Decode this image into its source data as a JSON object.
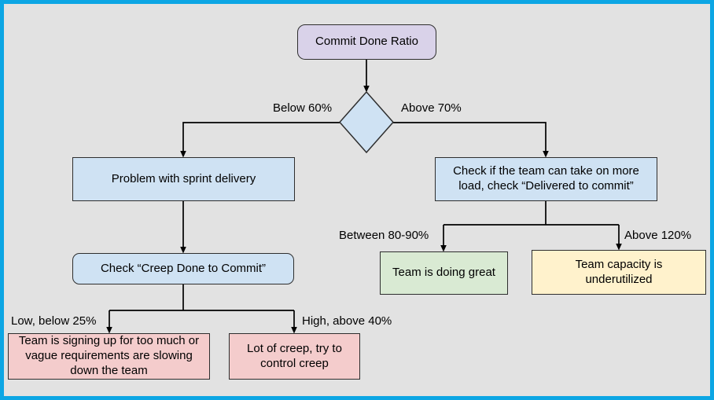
{
  "frame": {
    "border_color": "#0ca6e4",
    "background": "#e2e2e2",
    "line_color": "#000000"
  },
  "nodes": {
    "root": {
      "label": "Commit Done Ratio",
      "color": "#d9d2e9"
    },
    "decision": {
      "label": "",
      "color": "#cfe2f3"
    },
    "problem": {
      "label": "Problem with sprint delivery",
      "color": "#cfe2f3"
    },
    "check_load": {
      "label": "Check if the team can take on more load, check “Delivered to commit”",
      "color": "#cfe2f3"
    },
    "check_creep": {
      "label": "Check “Creep Done to Commit”",
      "color": "#cfe2f3"
    },
    "doing_great": {
      "label": "Team is doing great",
      "color": "#d9ead3"
    },
    "underutilized": {
      "label": "Team capacity is underutilized",
      "color": "#fff2cc"
    },
    "signing_up": {
      "label": "Team is signing up for too much or vague requirements are slowing down the team",
      "color": "#f4cccc"
    },
    "creep_control": {
      "label": "Lot of creep, try to control creep",
      "color": "#f4cccc"
    }
  },
  "edge_labels": {
    "below_60": "Below 60%",
    "above_70": "Above 70%",
    "between_80_90": "Between 80-90%",
    "above_120": "Above 120%",
    "low_below_25": "Low, below 25%",
    "high_above_40": "High, above 40%"
  }
}
